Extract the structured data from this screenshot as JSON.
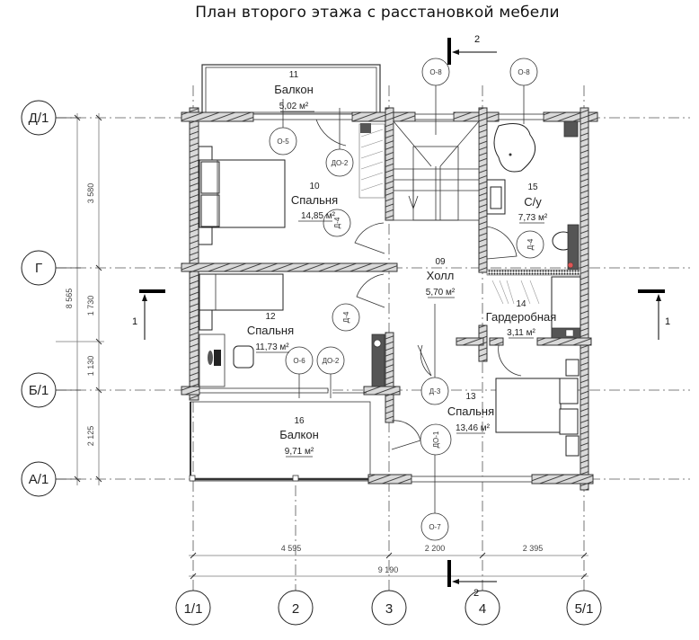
{
  "title": "План второго этажа с расстановкой мебели",
  "axes": {
    "horizontal": [
      {
        "id": "d1",
        "label": "Д/1"
      },
      {
        "id": "g",
        "label": "Г"
      },
      {
        "id": "b1",
        "label": "Б/1"
      },
      {
        "id": "a1",
        "label": "А/1"
      }
    ],
    "vertical": [
      {
        "id": "x1",
        "label": "1/1"
      },
      {
        "id": "x2",
        "label": "2"
      },
      {
        "id": "x3",
        "label": "3"
      },
      {
        "id": "x4",
        "label": "4"
      },
      {
        "id": "x5",
        "label": "5/1"
      }
    ]
  },
  "rooms": [
    {
      "num": "09",
      "name": "Холл",
      "area": "5,70 м²"
    },
    {
      "num": "10",
      "name": "Спальня",
      "area": "14,85 м²"
    },
    {
      "num": "11",
      "name": "Балкон",
      "area": "5,02 м²"
    },
    {
      "num": "12",
      "name": "Спальня",
      "area": "11,73 м²"
    },
    {
      "num": "13",
      "name": "Спальня",
      "area": "13,46 м²"
    },
    {
      "num": "14",
      "name": "Гардеробная",
      "area": "3,11 м²"
    },
    {
      "num": "15",
      "name": "С/у",
      "area": "7,73 м²"
    },
    {
      "num": "16",
      "name": "Балкон",
      "area": "9,71 м²"
    }
  ],
  "tags": {
    "window_o5": "О-5",
    "window_o6": "О-6",
    "window_o7": "О-7",
    "window_o8_stair": "О-8",
    "window_o8_bath": "О-8",
    "balcony_door_1": "ДО-2",
    "balcony_door_2": "ДО-2",
    "door_d3": "Д-3",
    "door_d4_bed10": "Д-4",
    "door_d4_bed12": "Д-4",
    "door_d4_bath": "Д-4",
    "door_do1": "ДО-1"
  },
  "dimensions": {
    "vertical": {
      "d1_g": "3 580",
      "g_mid": "1 730",
      "mid_b1": "1 130",
      "b1_a1": "2 125",
      "total": "8 565"
    },
    "horizontal": {
      "x1_x3": "4 595",
      "x3_x4": "2 200",
      "x4_x5": "2 395",
      "total": "9 190"
    }
  },
  "sections": {
    "section_1_left": "1",
    "section_1_right": "1",
    "section_2_top": "2",
    "section_2_bottom": "2"
  }
}
